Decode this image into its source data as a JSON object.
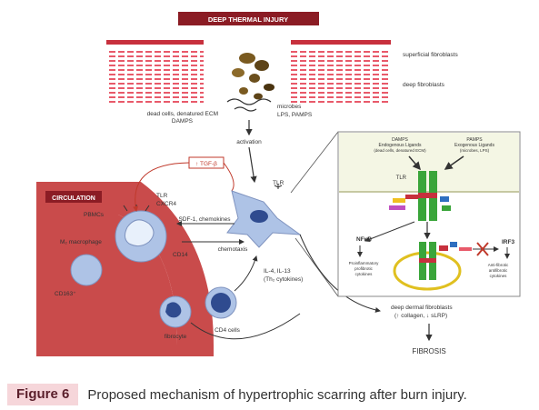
{
  "diagram": {
    "title": "DEEP THERMAL INJURY",
    "layers": {
      "superficial": "superficial fibroblasts",
      "deep": "deep fibroblasts"
    },
    "debris": {
      "dead_cells": "dead cells, denatured ECM",
      "damps": "DAMPS",
      "microbes": "microbes",
      "lps": "LPS, PAMPS",
      "activation": "activation"
    },
    "circulation": {
      "label": "CIRCULATION",
      "pbmcs": "PBMCs",
      "m2_macrophage": "M₂ macrophage",
      "cd163": "CD163⁺",
      "fibrocyte": "fibrocyte",
      "cd4_cells": "CD4 cells"
    },
    "receptors": {
      "tlr": "TLR",
      "cxcr4": "CXCR4",
      "cd14": "CD14",
      "tlr_fibroblast": "TLR"
    },
    "signals": {
      "tgf": "↑ TGF-β",
      "sdf1": "SDF-1, chemokines",
      "chemotaxis": "chemotaxis",
      "interleukins": "IL-4, IL-13",
      "th2": "(Th₂ cytokines)"
    },
    "pathway_panel": {
      "damps_title": "DAMPS",
      "damps_sub": "Endogenous Ligands",
      "damps_detail": "(dead cells, denatured ECM)",
      "pamps_title": "PAMPS",
      "pamps_sub": "Exogenous Ligands",
      "pamps_detail": "(microbes, LPS)",
      "tlr": "TLR",
      "nfkb": "NFκB",
      "irf3": "IRF3",
      "proinflammatory": "Proinflammatory",
      "profibrotic": "profibrotic",
      "cytokines": "cytokines",
      "antiinflammatory": "Anti-fibrotic",
      "antifibrotic": "antifibrotic",
      "cytokines2": "cytokines"
    },
    "outcome": {
      "deep_dermal": "deep dermal fibroblasts",
      "markers": "(↑ collagen, ↓ sLRP)",
      "fibrosis": "FIBROSIS"
    },
    "colors": {
      "title_red": "#8b1c24",
      "dash_red": "#e85a6a",
      "circulation_band": "#c94b4b",
      "cell_blue": "#aec3e6",
      "nucleus": "#2f4b8f",
      "tlr_green": "#3aa53a"
    }
  },
  "caption": {
    "tag": "Figure 6",
    "text": "Proposed mechanism of hypertrophic scarring after burn injury."
  }
}
